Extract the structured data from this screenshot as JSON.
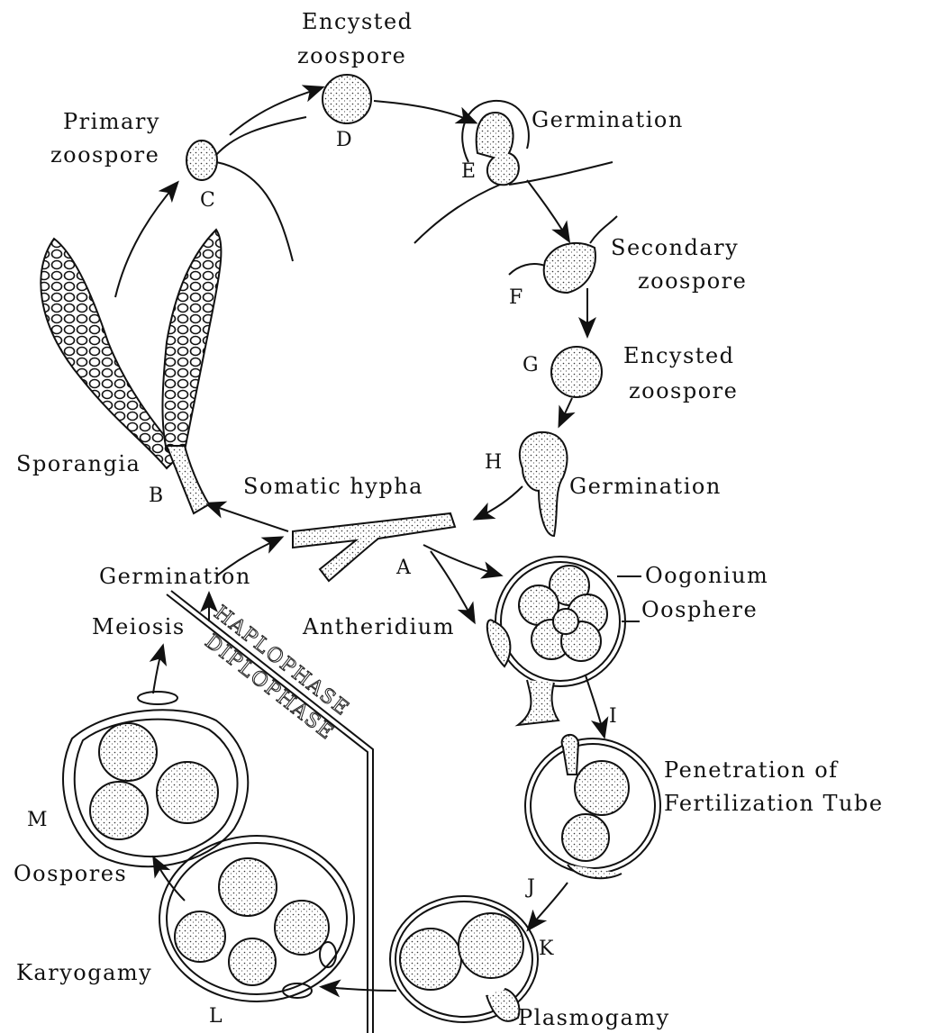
{
  "labels": {
    "encysted_zoospore_top_1": "Encysted",
    "encysted_zoospore_top_2": "zoospore",
    "primary_zoospore_1": "Primary",
    "primary_zoospore_2": "zoospore",
    "germination_e": "Germination",
    "secondary_zoospore_1": "Secondary",
    "secondary_zoospore_2": "zoospore",
    "encysted_zoospore_g_1": "Encysted",
    "encysted_zoospore_g_2": "zoospore",
    "germination_h": "Germination",
    "sporangia": "Sporangia",
    "somatic_hypha": "Somatic hypha",
    "germination_left": "Germination",
    "meiosis": "Meiosis",
    "antheridium": "Antheridium",
    "oogonium": "Oogonium",
    "oosphere": "Oosphere",
    "penetration_1": "Penetration of",
    "penetration_2": "Fertilization Tube",
    "oospores": "Oospores",
    "karyogamy": "Karyogamy",
    "plasmogamy": "Plasmogamy",
    "haplophase": "HAPLOPHASE",
    "diplophase": "DIPLOPHASE"
  },
  "stage_letters": {
    "a": "A",
    "b": "B",
    "c": "C",
    "d": "D",
    "e": "E",
    "f": "F",
    "g": "G",
    "h": "H",
    "i": "I",
    "j": "J",
    "k": "K",
    "l": "L",
    "m": "M"
  }
}
